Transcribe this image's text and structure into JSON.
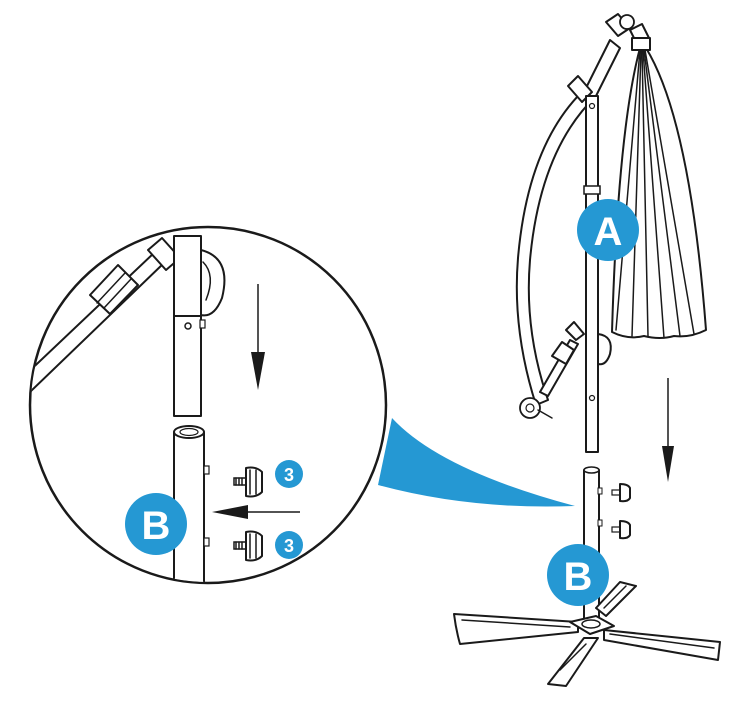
{
  "labels": {
    "part_a": "A",
    "part_b_main": "B",
    "part_b_zoom": "B",
    "knob_qty_top": "3",
    "knob_qty_bottom": "3"
  },
  "colors": {
    "accent": "#2598d3",
    "ink": "#1a1a1a",
    "background": "#ffffff"
  }
}
